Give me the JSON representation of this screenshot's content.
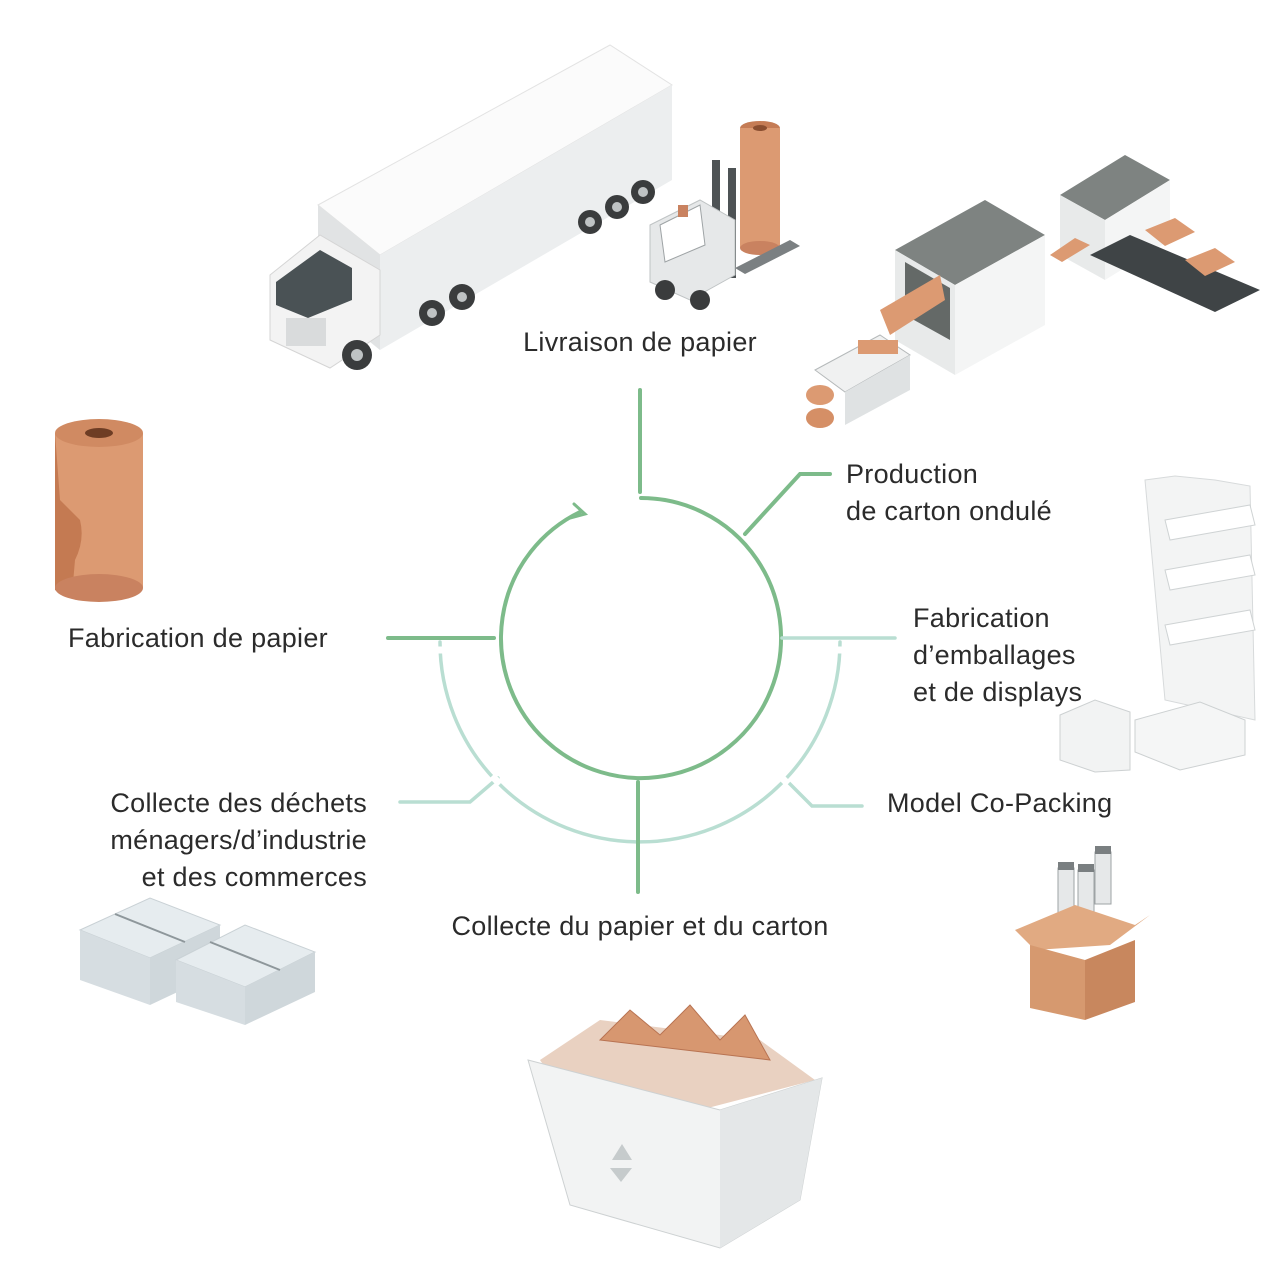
{
  "diagram": {
    "stages": {
      "paper_delivery": {
        "lines": [
          "Livraison de papier"
        ]
      },
      "corrugated_production": {
        "lines": [
          "Production",
          "de carton ondulé"
        ]
      },
      "packaging_displays": {
        "lines": [
          "Fabrication",
          "d’emballages",
          "et de displays"
        ]
      },
      "co_packing": {
        "lines": [
          "Model Co-Packing"
        ]
      },
      "collection_paper_cardboard": {
        "lines": [
          "Collecte du papier et du carton"
        ]
      },
      "waste_collection": {
        "lines": [
          "Collecte des déchets",
          "ménagers/d’industrie",
          "et des commerces"
        ]
      },
      "paper_manufacturing": {
        "lines": [
          "Fabrication de papier"
        ]
      }
    },
    "colors": {
      "main_cycle": "#7dbb8a",
      "secondary_cycle": "#b9ded2",
      "kraft": "#dc9a72",
      "machine_gray": "#6f7471",
      "paper_gray": "#dfe5e8",
      "text": "#2b2b2b"
    },
    "illustrations": [
      "truck-icon",
      "forklift-icon",
      "paper-roll-icon",
      "corrugator-machine-icon",
      "display-shelf-icon",
      "cosmetic-box-icon",
      "paper-bales-icon",
      "recycling-skip-icon"
    ]
  }
}
